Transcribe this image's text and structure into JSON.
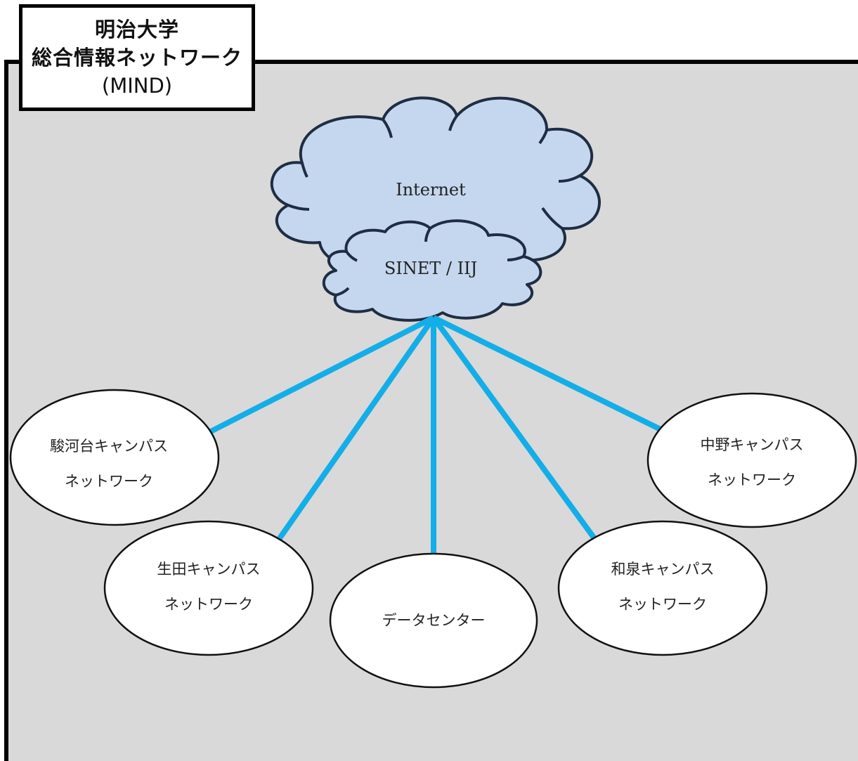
{
  "title": {
    "line1": "明治大学",
    "line2": "総合情報ネットワーク",
    "line3": "(MIND)"
  },
  "clouds": {
    "internet": "Internet",
    "backbone": "SINET / IIJ"
  },
  "nodes": [
    {
      "id": "surugadai",
      "line1": "駿河台キャンパス",
      "line2": "ネットワーク"
    },
    {
      "id": "ikuta",
      "line1": "生田キャンパス",
      "line2": "ネットワーク"
    },
    {
      "id": "datacenter",
      "line1": "データセンター",
      "line2": ""
    },
    {
      "id": "izumi",
      "line1": "和泉キャンパス",
      "line2": "ネットワーク"
    },
    {
      "id": "nakano",
      "line1": "中野キャンパス",
      "line2": "ネットワーク"
    }
  ],
  "colors": {
    "panel": "#d9d9d9",
    "cloud_fill": "#c5d7ee",
    "cloud_stroke": "#1f2d44",
    "link": "#13aee8",
    "border": "#000000"
  }
}
